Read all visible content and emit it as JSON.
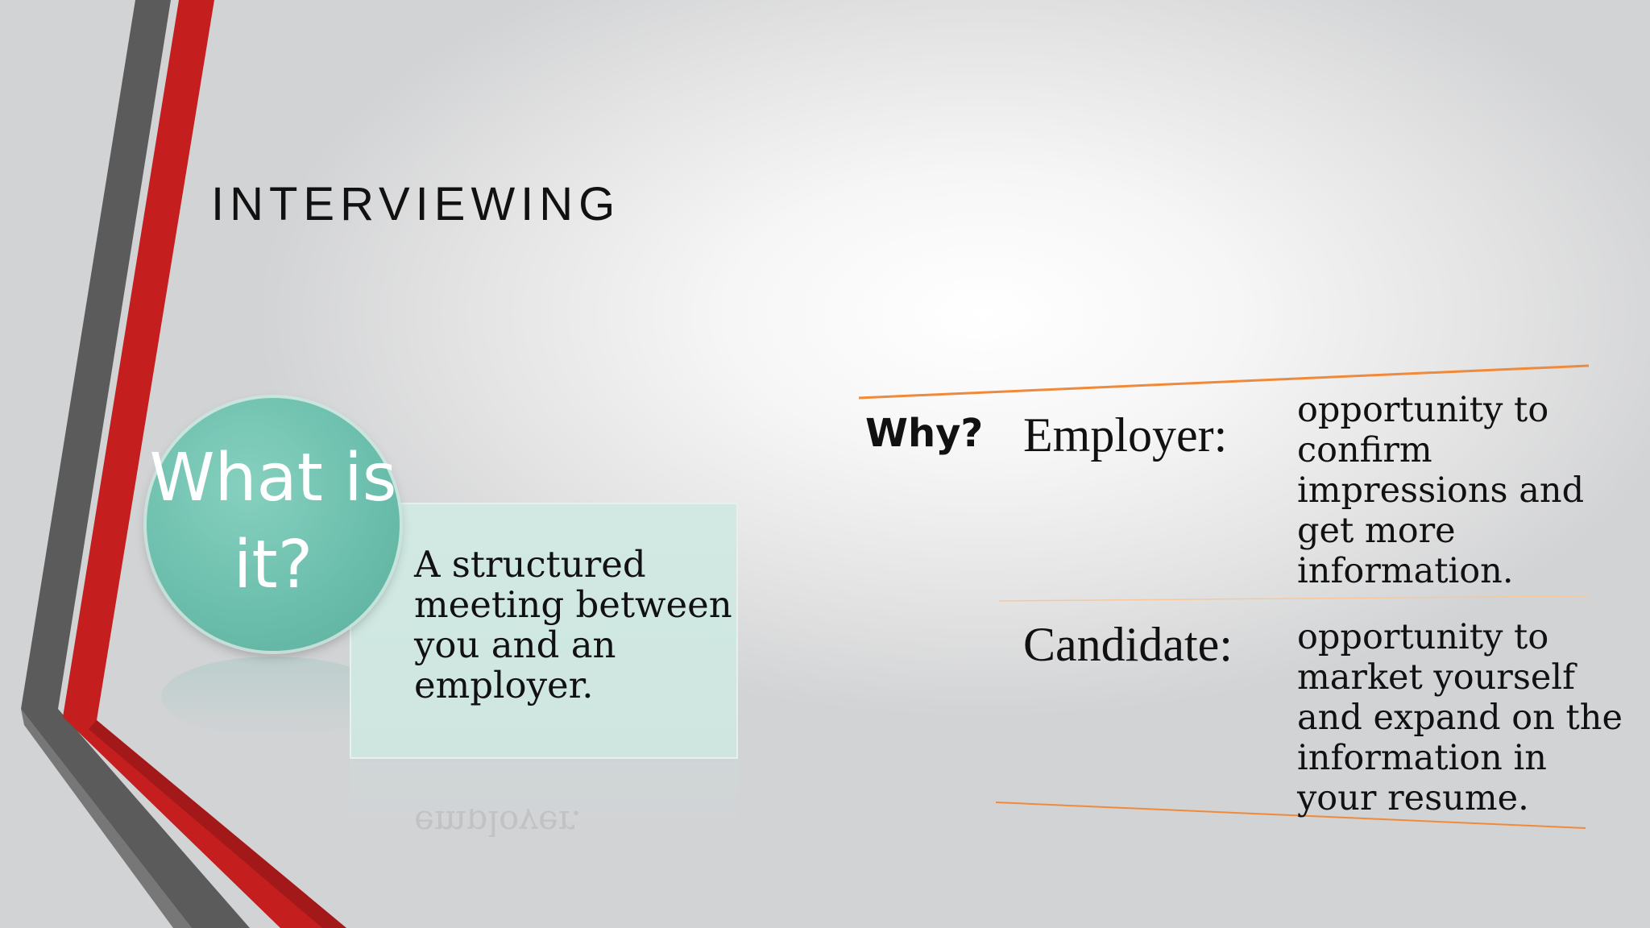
{
  "slide": {
    "title": "INTERVIEWING",
    "badge_text": "What is it?",
    "definition": "A structured meeting between you and an employer.",
    "definition_reflection": "employer.",
    "why": {
      "label": "Why?",
      "rows": [
        {
          "role": "Employer:",
          "description": "opportunity to confirm impressions and get more information."
        },
        {
          "role": "Candidate:",
          "description": "opportunity to market yourself and expand on the information in your resume."
        }
      ]
    }
  },
  "colors": {
    "accent_red": "#c41e1e",
    "accent_gray": "#5b5b5b",
    "accent_teal": "#6dbfad",
    "rule_orange": "#f08a3a"
  }
}
